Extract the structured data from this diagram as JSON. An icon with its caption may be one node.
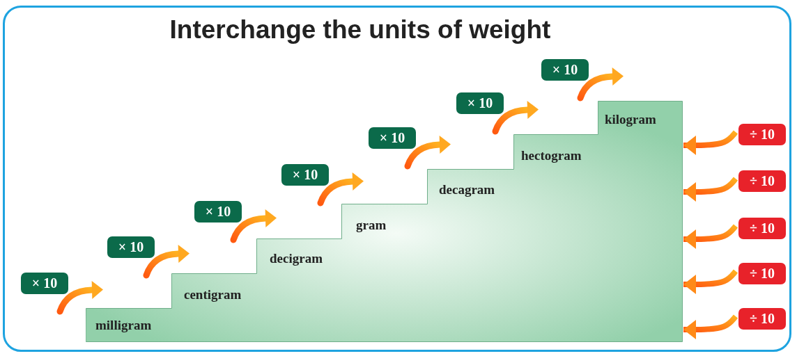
{
  "diagram": {
    "title": "Interchange the units of weight",
    "nodes": [
      {
        "text": [
          "milligram",
          "centigram",
          "decigram",
          "gram",
          "decagram",
          "hectogram",
          "kilogram"
        ]
      },
      {
        "text": [
          "× 10"
        ]
      },
      {
        "text": [
          "× 10"
        ]
      },
      {
        "text": [
          "× 10"
        ]
      },
      {
        "text": [
          "× 10"
        ]
      },
      {
        "text": [
          "× 10"
        ]
      },
      {
        "text": [
          "× 10"
        ]
      },
      {
        "text": [
          "× 10"
        ]
      },
      {
        "text": [
          "÷ 10"
        ]
      },
      {
        "text": [
          "÷ 10"
        ]
      },
      {
        "text": [
          "÷ 10"
        ]
      },
      {
        "text": [
          "÷ 10"
        ]
      },
      {
        "text": [
          "÷ 10"
        ]
      }
    ],
    "edges": [
      {
        "from": 8,
        "to": 0,
        "arrow": "to"
      },
      {
        "from": 9,
        "to": 0,
        "arrow": "to"
      },
      {
        "from": 10,
        "to": 0,
        "arrow": "to"
      },
      {
        "from": 11,
        "to": 0,
        "arrow": "to"
      },
      {
        "from": 12,
        "to": 0,
        "arrow": "to"
      }
    ]
  }
}
